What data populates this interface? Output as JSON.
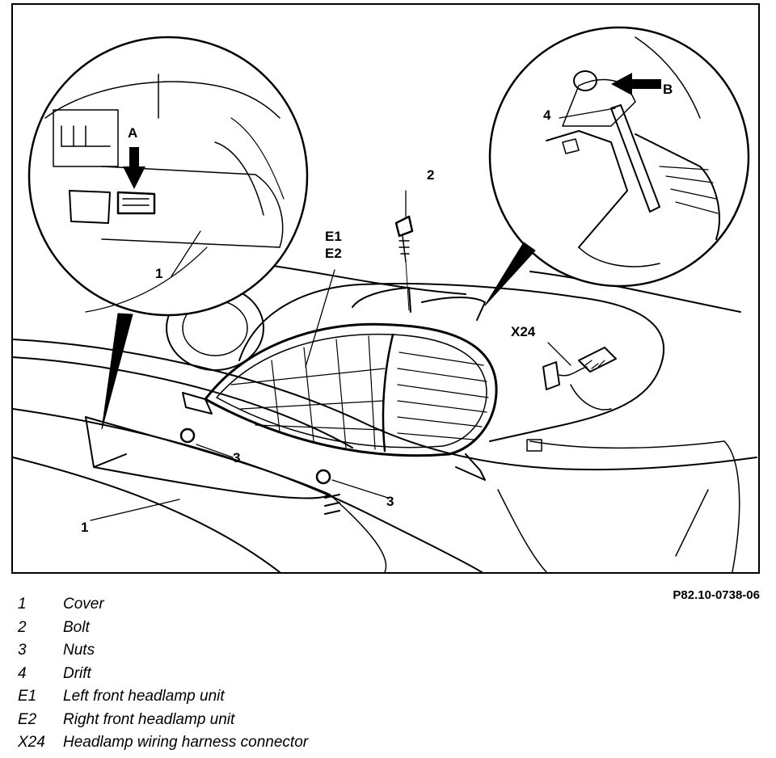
{
  "figure": {
    "callouts": {
      "c1_inset": "1",
      "c1_cover": "1",
      "c2": "2",
      "c3_left": "3",
      "c3_right": "3",
      "c4": "4",
      "cA": "A",
      "cB": "B",
      "cE1": "E1",
      "cE2": "E2",
      "cX24": "X24"
    },
    "reference": "P82.10-0738-06"
  },
  "legend": [
    {
      "key": "1",
      "text": "Cover"
    },
    {
      "key": "2",
      "text": "Bolt"
    },
    {
      "key": "3",
      "text": "Nuts"
    },
    {
      "key": "4",
      "text": "Drift"
    },
    {
      "key": "E1",
      "text": "Left front headlamp unit"
    },
    {
      "key": "E2",
      "text": "Right front headlamp unit"
    },
    {
      "key": "X24",
      "text": "Headlamp wiring harness connector"
    }
  ]
}
